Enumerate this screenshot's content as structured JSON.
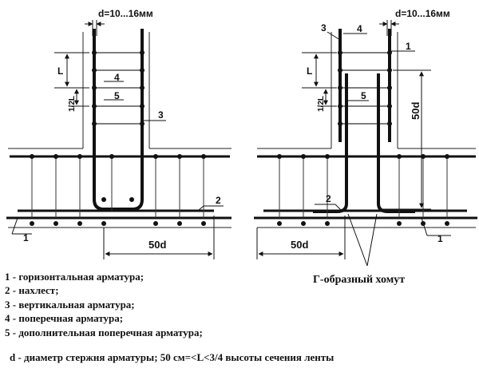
{
  "labels": {
    "diameter": "d=10...16мм",
    "L": "L",
    "half_L": "1/2L",
    "lap_length": "50d",
    "n1": "1",
    "n2": "2",
    "n3": "3",
    "n4": "4",
    "n5": "5"
  },
  "legend": [
    "1 - горизонтальная арматура;",
    "2 - нахлест;",
    "3 - вертикальная арматура;",
    "4 - поперечная арматура;",
    "5 - дополнительная поперечная арматура;"
  ],
  "caption": "Г-образный хомут",
  "footnote": "d - диаметр стержня арматуры; 50 см=<L<3/4 высоты сечения ленты"
}
